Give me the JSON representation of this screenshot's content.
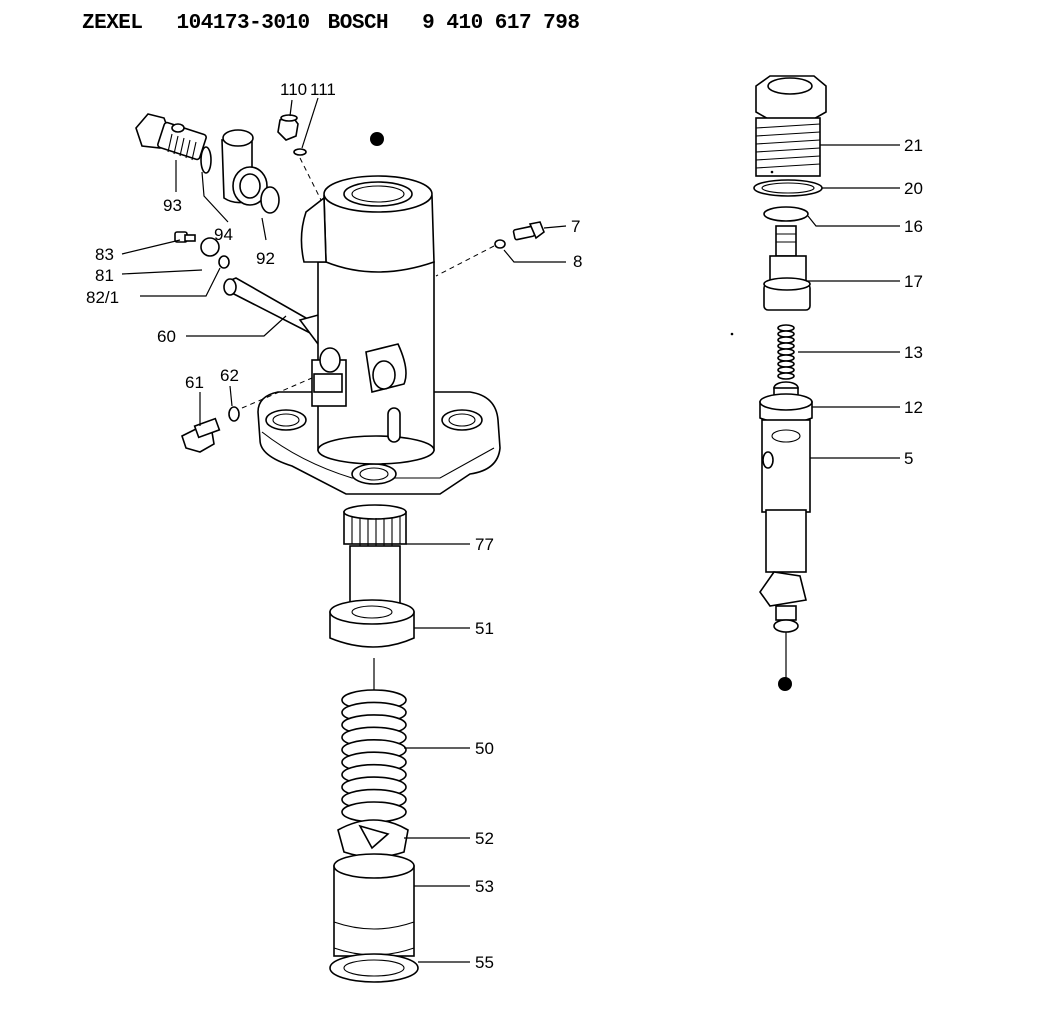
{
  "header": {
    "maker1": "ZEXEL",
    "part1": "104173-3010",
    "maker2": "BOSCH",
    "part2": "9 410 617 798"
  },
  "labels": {
    "p110": "110",
    "p111": "111",
    "p93": "93",
    "p94": "94",
    "p92": "92",
    "p83": "83",
    "p81": "81",
    "p82_1": "82/1",
    "p60": "60",
    "p61": "61",
    "p62": "62",
    "p7": "7",
    "p8": "8",
    "p77": "77",
    "p51": "51",
    "p50": "50",
    "p52": "52",
    "p53": "53",
    "p55": "55",
    "p21": "21",
    "p20": "20",
    "p16": "16",
    "p17": "17",
    "p13": "13",
    "p12": "12",
    "p5": "5"
  }
}
